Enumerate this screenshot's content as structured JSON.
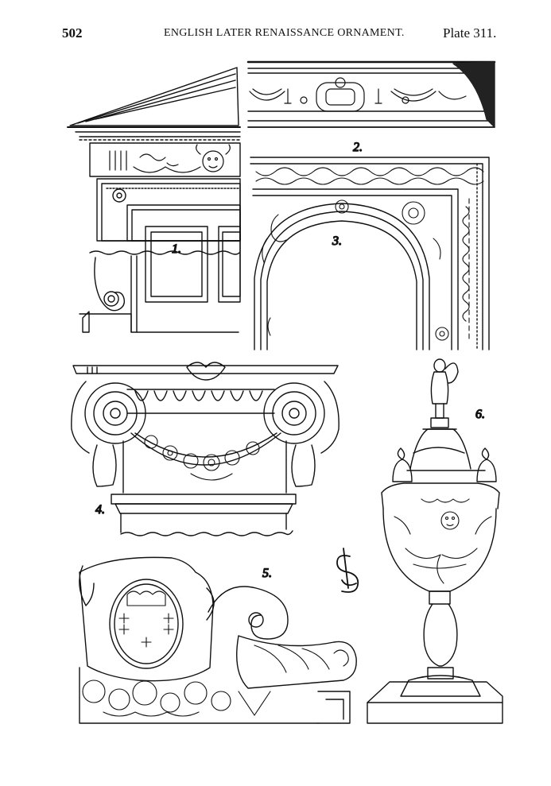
{
  "header": {
    "page_number": "502",
    "running_title": "ENGLISH LATER RENAISSANCE ORNAMENT.",
    "plate": "Plate 311."
  },
  "figures": [
    {
      "number": "1.",
      "icon": "classical-doorcase-pediment-icon"
    },
    {
      "number": "2.",
      "icon": "carved-frieze-swags-icon"
    },
    {
      "number": "3.",
      "icon": "carved-archway-icon"
    },
    {
      "number": "4.",
      "icon": "ionic-capital-garland-icon"
    },
    {
      "number": "5.",
      "icon": "heraldic-cartouche-scroll-icon"
    },
    {
      "number": "6.",
      "icon": "ornate-covered-cup-icon"
    }
  ],
  "monogram": {
    "icon": "artist-monogram-icon"
  },
  "colors": {
    "ink": "#111111",
    "paper": "#ffffff",
    "shade": "#222222"
  }
}
